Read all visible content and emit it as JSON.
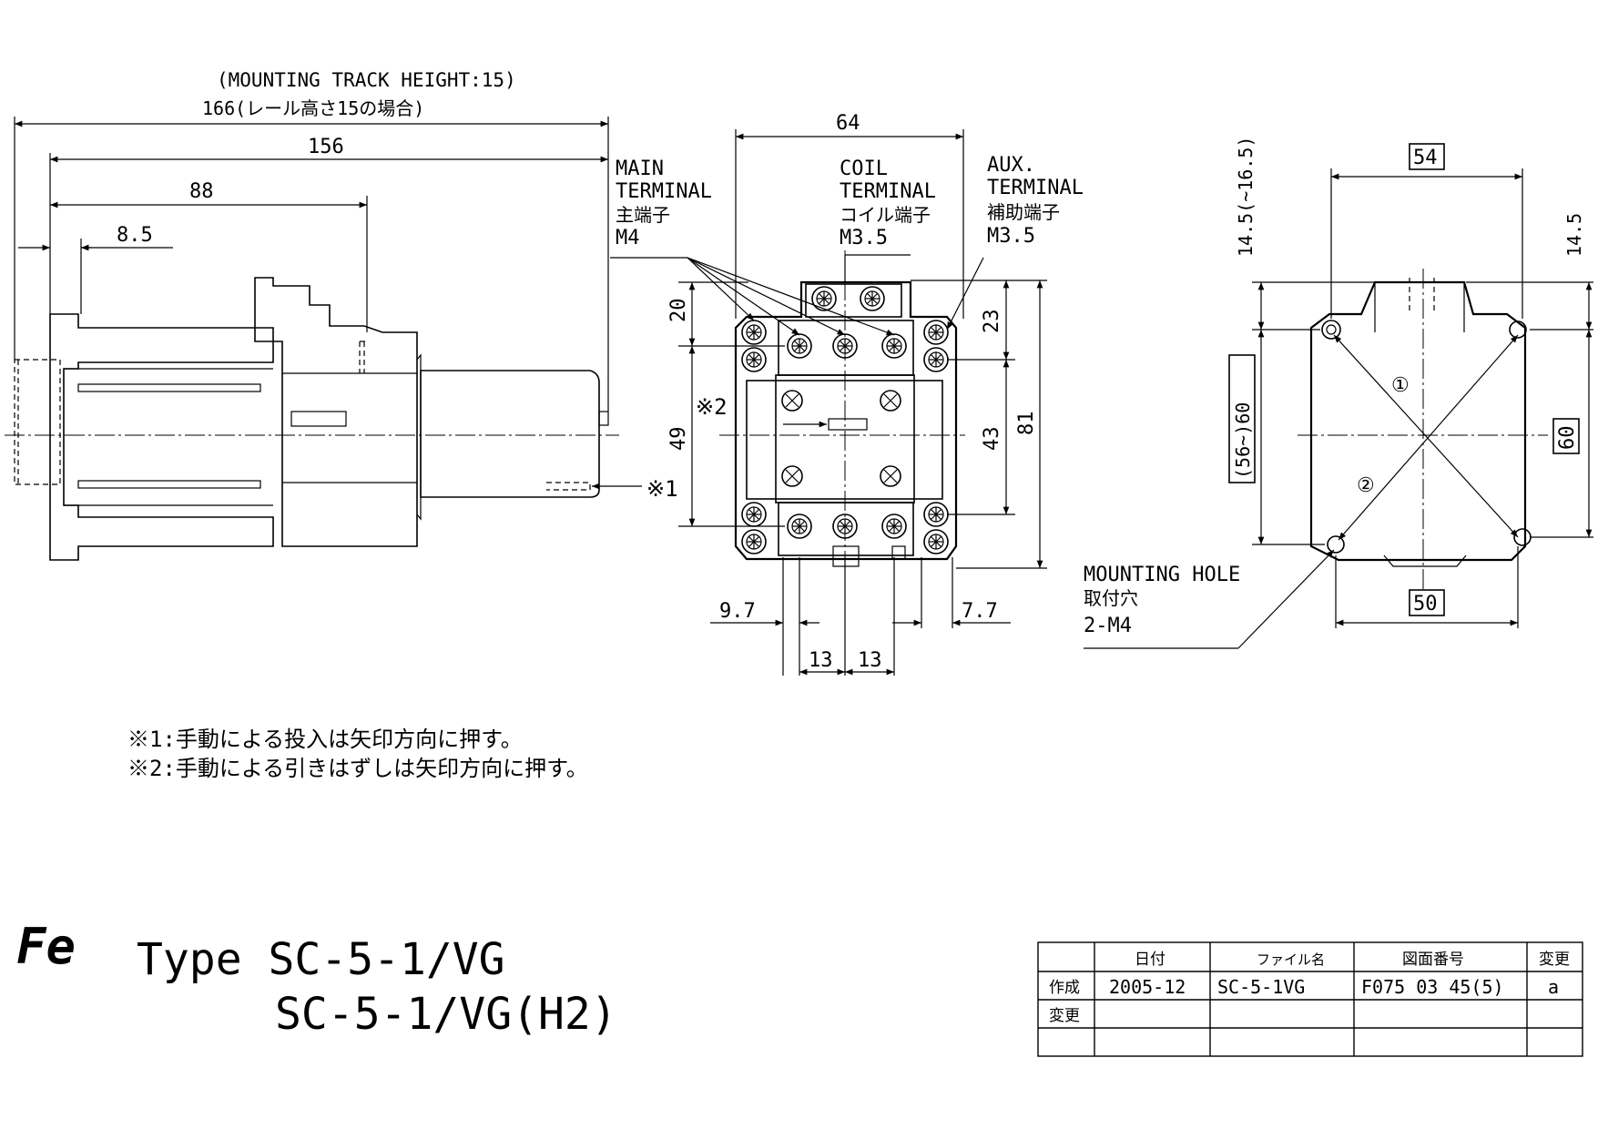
{
  "side_view": {
    "track_note": "(MOUNTING TRACK HEIGHT:15)",
    "dim_total": "166(レール高さ15の場合)",
    "dim_156": "156",
    "dim_88": "88",
    "dim_8_5": "8.5"
  },
  "front_view": {
    "dim_width": "64",
    "main_terminal": [
      "MAIN",
      "TERMINAL",
      "主端子",
      "M4"
    ],
    "coil_terminal": [
      "COIL",
      "TERMINAL",
      "コイル端子",
      "M3.5"
    ],
    "aux_terminal": [
      "AUX.",
      "TERMINAL",
      "補助端子",
      "M3.5"
    ],
    "dim_20": "20",
    "dim_49": "49",
    "dim_23": "23",
    "dim_43": "43",
    "dim_81": "81",
    "dim_9_7": "9.7",
    "dim_7_7": "7.7",
    "dim_13a": "13",
    "dim_13b": "13",
    "mark_1": "※1",
    "mark_2": "※2"
  },
  "mount_view": {
    "dim_54": "54",
    "dim_50": "50",
    "dim_60": "60",
    "dim_56_60": "(56~)60",
    "dim_14_5_left": "14.5(~16.5)",
    "dim_14_5_right": "14.5",
    "circle_1": "①",
    "circle_2": "②",
    "mounting_hole": [
      "MOUNTING HOLE",
      "取付穴",
      "2-M4"
    ]
  },
  "notes": [
    "※1:手動による投入は矢印方向に押す。",
    "※2:手動による引きはずしは矢印方向に押す。"
  ],
  "title": {
    "logo": "Fe",
    "line1": "Type SC-5-1/VG",
    "line2": "SC-5-1/VG(H2)"
  },
  "title_block": {
    "headers": [
      "",
      "日付",
      "ファイル名",
      "図面番号",
      "変更"
    ],
    "rows": [
      [
        "作成",
        "2005-12",
        "SC-5-1VG",
        "F075 03 45(5)",
        "a"
      ],
      [
        "変更",
        "",
        "",
        "",
        ""
      ],
      [
        "",
        "",
        "",
        "",
        ""
      ]
    ]
  }
}
